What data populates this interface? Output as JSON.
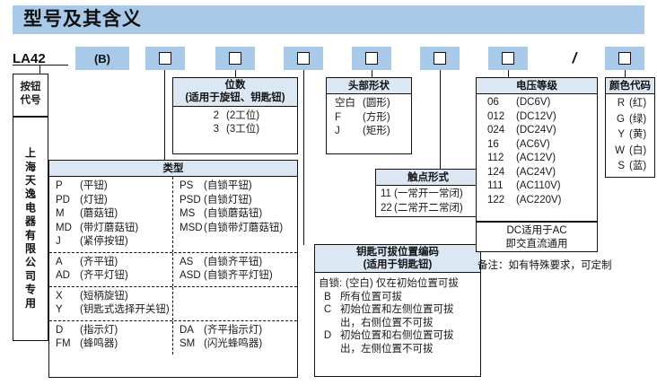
{
  "page_title": "型号及其含义",
  "colors": {
    "banner_blue": "#a9c9e8",
    "box_header_blue": "#dce7f4",
    "line": "#111111"
  },
  "code_row": {
    "series": "LA42",
    "optional": "(B)",
    "slash": "/",
    "placeholder_icon": "square-box-icon"
  },
  "button_code": {
    "label": "按钮\n代号",
    "label_line1": "按钮",
    "label_line2": "代号",
    "company_vertical": "上海天逸电器有限公司专用"
  },
  "digits": {
    "title_line1": "位数",
    "title_line2": "(适用于旋钮、钥匙钮)",
    "rows": [
      {
        "code": "2",
        "desc": "(2工位)"
      },
      {
        "code": "3",
        "desc": "(3工位)"
      }
    ]
  },
  "type": {
    "title": "类型",
    "groups": [
      {
        "left": [
          {
            "code": "P",
            "desc": "(平钮)"
          },
          {
            "code": "PD",
            "desc": "(灯钮)"
          },
          {
            "code": "M",
            "desc": "(蘑菇钮)"
          },
          {
            "code": "MD",
            "desc": "(带灯蘑菇钮)"
          },
          {
            "code": "J",
            "desc": "(紧停按钮)"
          }
        ],
        "right": [
          {
            "code": "PS",
            "desc": "(自锁平钮)"
          },
          {
            "code": "PSD",
            "desc": "(自锁灯钮)"
          },
          {
            "code": "MS",
            "desc": "(自锁蘑菇钮)"
          },
          {
            "code": "MSD",
            "desc": "(自锁带灯蘑菇钮)"
          },
          {
            "code": "",
            "desc": ""
          }
        ]
      },
      {
        "left": [
          {
            "code": "A",
            "desc": "(齐平钮)"
          },
          {
            "code": "AD",
            "desc": "(齐平灯钮)"
          }
        ],
        "right": [
          {
            "code": "AS",
            "desc": "(自锁齐平钮)"
          },
          {
            "code": "ASD",
            "desc": "(自锁齐平灯钮)"
          }
        ]
      },
      {
        "left": [
          {
            "code": "X",
            "desc": "(短柄旋钮)"
          },
          {
            "code": "Y",
            "desc": "(钥匙式选择开关钮)"
          }
        ],
        "right": [
          {
            "code": "",
            "desc": ""
          },
          {
            "code": "",
            "desc": ""
          }
        ]
      },
      {
        "left": [
          {
            "code": "D",
            "desc": "(指示灯)"
          },
          {
            "code": "FM",
            "desc": "(蜂鸣器)"
          }
        ],
        "right": [
          {
            "code": "DA",
            "desc": "(齐平指示灯)"
          },
          {
            "code": "SM",
            "desc": "(闪光蜂鸣器)"
          }
        ]
      }
    ]
  },
  "head_shape": {
    "title": "头部形状",
    "rows": [
      {
        "code": "空白",
        "desc": "(圆形)"
      },
      {
        "code": "F",
        "desc": "(方形)"
      },
      {
        "code": "J",
        "desc": "(矩形)"
      }
    ]
  },
  "contact": {
    "title": "触点形式",
    "rows": [
      {
        "code": "11",
        "desc": "(一常开一常闭)"
      },
      {
        "code": "22",
        "desc": "(二常开二常闭)"
      }
    ]
  },
  "key_code": {
    "title_line1": "钥匙可拔位置编码",
    "title_line2": "(适用于钥匙钮)",
    "rows": [
      {
        "code": "自锁:",
        "desc": "(空白) 仅在初始位置可拔"
      },
      {
        "code": "B",
        "desc": "所有位置可拔"
      },
      {
        "code": "C",
        "desc": "初始位置和左侧位置可拔"
      },
      {
        "code": "",
        "desc": "出，右侧位置不可拔"
      },
      {
        "code": "D",
        "desc": "初始位置和右侧位置可拔"
      },
      {
        "code": "",
        "desc": "出，左侧位置不可拔"
      }
    ]
  },
  "voltage": {
    "title": "电压等级",
    "rows": [
      {
        "code": "06",
        "desc": "(DC6V)"
      },
      {
        "code": "012",
        "desc": "(DC12V)"
      },
      {
        "code": "024",
        "desc": "(DC24V)"
      },
      {
        "code": "16",
        "desc": "(AC6V)"
      },
      {
        "code": "112",
        "desc": "(AC12V)"
      },
      {
        "code": "124",
        "desc": "(AC24V)"
      },
      {
        "code": "111",
        "desc": "(AC110V)"
      },
      {
        "code": "122",
        "desc": "(AC220V)"
      }
    ],
    "note_line1": "DC适用于AC",
    "note_line2": "即交直流通用"
  },
  "color_code": {
    "title": "颜色代码",
    "rows": [
      {
        "code": "R",
        "desc": "(红)"
      },
      {
        "code": "G",
        "desc": "(绿)"
      },
      {
        "code": "Y",
        "desc": "(黄)"
      },
      {
        "code": "W",
        "desc": "(白)"
      },
      {
        "code": "S",
        "desc": "(蓝)"
      }
    ]
  },
  "remark": "备注：如有特殊要求，可定制"
}
